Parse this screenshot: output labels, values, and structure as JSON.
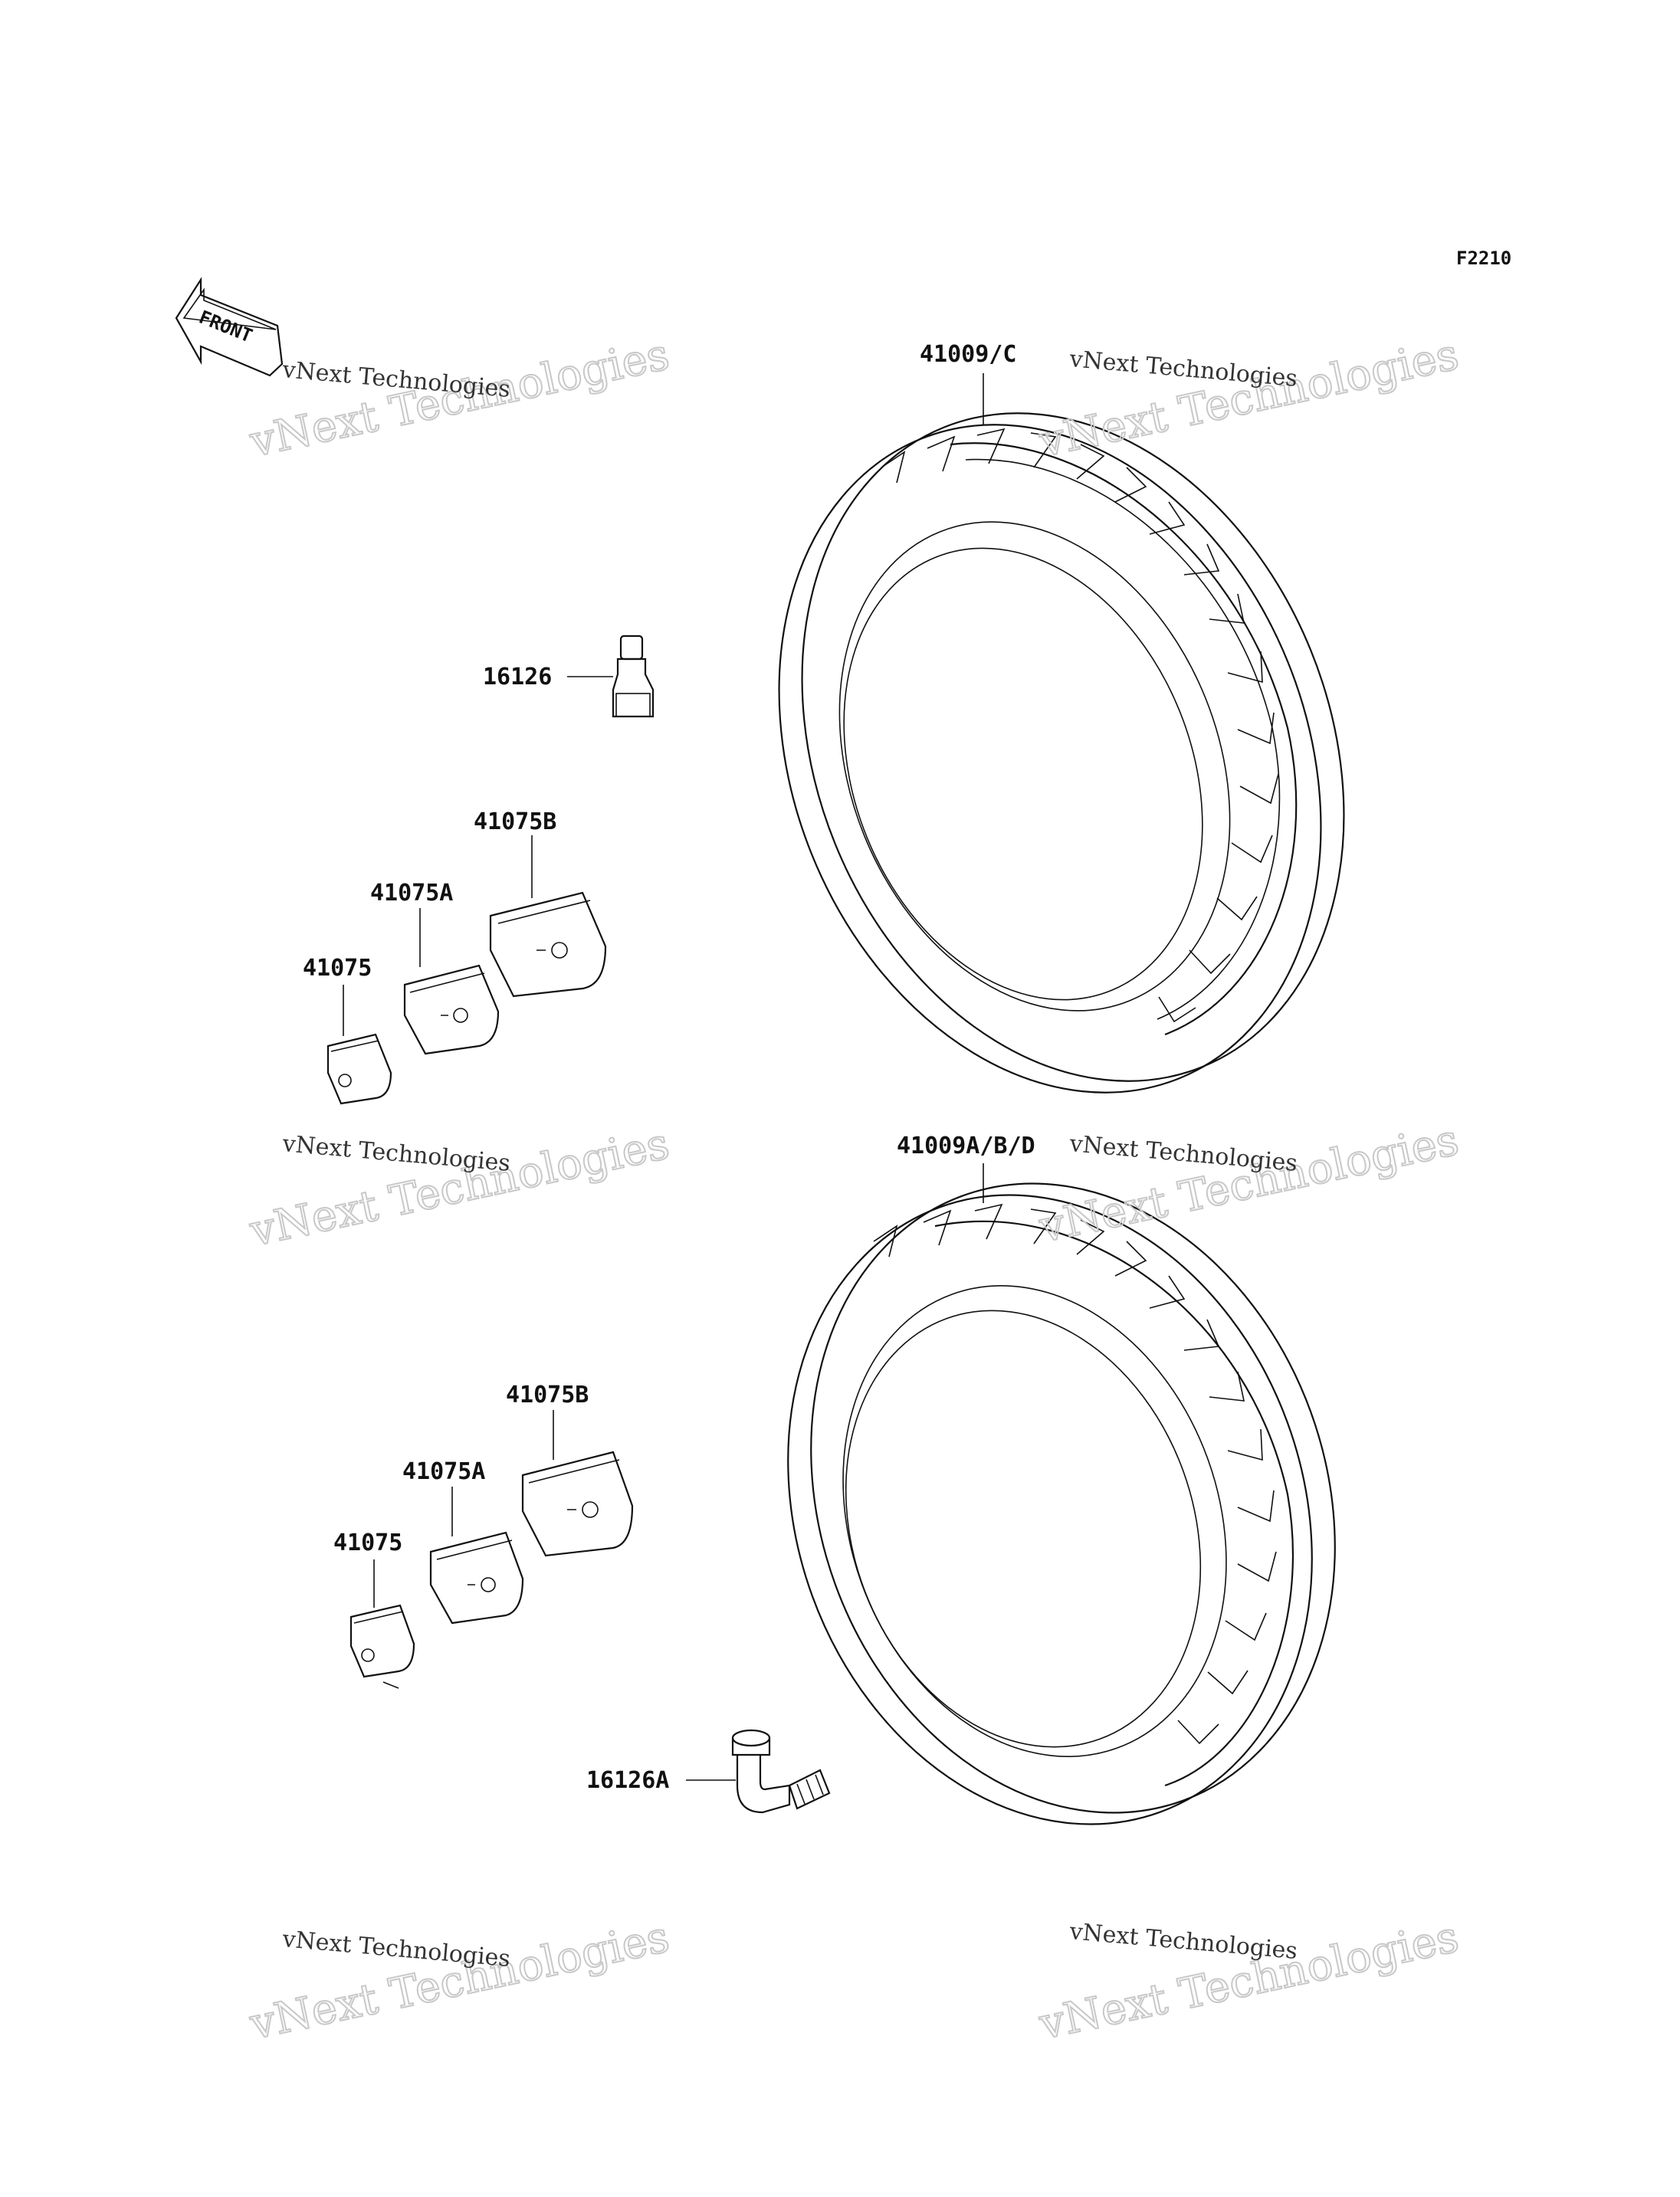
{
  "diagram": {
    "figure_code": "F2210",
    "front_marker": "FRONT",
    "watermark_line": "vNext Technologies",
    "watermark_big": "vNext Technologies",
    "labels": {
      "tire_rear": "41009/C",
      "tire_front": "41009A/B/D",
      "valve_straight": "16126",
      "valve_angled": "16126A",
      "weight_b_upper": "41075B",
      "weight_a_upper": "41075A",
      "weight_upper": "41075",
      "weight_b_lower": "41075B",
      "weight_a_lower": "41075A",
      "weight_lower": "41075"
    }
  }
}
